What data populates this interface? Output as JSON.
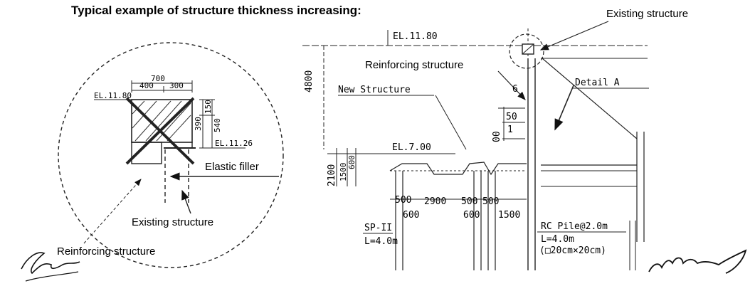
{
  "title": "Typical example of structure thickness increasing:",
  "labels": {
    "existing_structure_top": "Existing structure",
    "reinforcing_structure_mid": "Reinforcing structure",
    "new_structure": "New Structure",
    "detail_a": "Detail A",
    "elastic_filler": "Elastic filler",
    "existing_structure_detail": "Existing structure",
    "reinforcing_structure_detail": "Reinforcing structure"
  },
  "detail_dims": {
    "w700": "700",
    "w400": "400",
    "w300": "300",
    "el_top": "EL.11.80",
    "el_right": "EL.11.26",
    "h150": "150",
    "h390": "390",
    "h540": "540"
  },
  "section_dims": {
    "el_top": "EL.11.80",
    "el_mid": "EL.7.00",
    "h4800": "4800",
    "h2100": "2100",
    "h1500": "1500",
    "h600": "600",
    "d6": "6",
    "d50": "50",
    "d1": "1",
    "d00": "00",
    "w500a": "500",
    "w2900": "2900",
    "w500b": "500",
    "w500c": "500",
    "w600a": "600",
    "w600b": "600",
    "w1500": "1500",
    "sp_a": "SP-II",
    "sp_b": "L=4.0m",
    "pile_a": "RC Pile@2.0m",
    "pile_b": "L=4.0m",
    "pile_c": "(□20cm×20cm)"
  }
}
